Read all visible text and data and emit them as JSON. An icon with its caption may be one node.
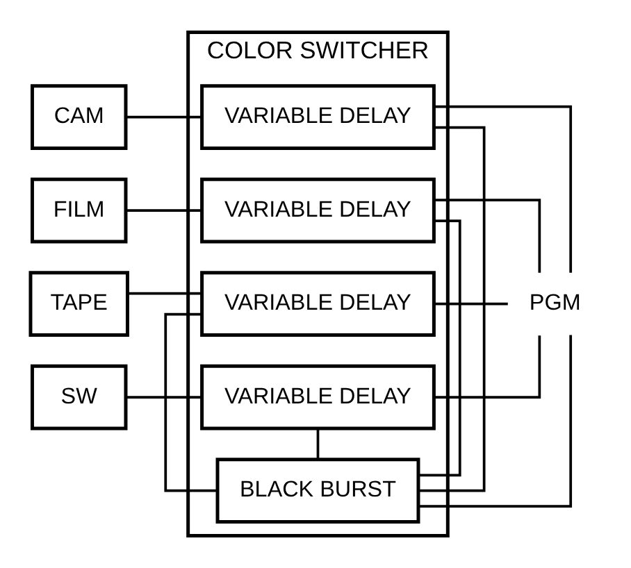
{
  "diagram": {
    "nodes": [
      {
        "text": [
          "COLOR SWITCHER"
        ]
      },
      {
        "text": [
          "PGM"
        ]
      },
      {
        "text": [
          "CAM"
        ]
      },
      {
        "text": [
          "VARIABLE DELAY"
        ],
        "in": 0
      },
      {
        "text": [
          "FILM"
        ]
      },
      {
        "text": [
          "VARIABLE DELAY"
        ],
        "in": 0
      },
      {
        "text": [
          "TAPE"
        ]
      },
      {
        "text": [
          "VARIABLE DELAY"
        ],
        "in": 0
      },
      {
        "text": [
          "SW"
        ]
      },
      {
        "text": [
          "VARIABLE DELAY"
        ],
        "in": 0
      },
      {
        "text": [
          "BLACK BURST"
        ],
        "in": 0
      }
    ],
    "edges": [
      {
        "from": 2,
        "to": 3,
        "arrow": "none"
      },
      {
        "from": 4,
        "to": 5,
        "arrow": "none"
      },
      {
        "from": 6,
        "to": 7,
        "arrow": "none"
      },
      {
        "from": 8,
        "to": 9,
        "arrow": "none"
      },
      {
        "from": 3,
        "to": 1,
        "arrow": "none"
      },
      {
        "from": 5,
        "to": 1,
        "arrow": "none"
      },
      {
        "from": 7,
        "to": 1,
        "arrow": "none"
      },
      {
        "from": 9,
        "to": 1,
        "arrow": "none"
      },
      {
        "from": 10,
        "to": 1,
        "arrow": "none"
      },
      {
        "from": 10,
        "to": 3,
        "arrow": "none"
      },
      {
        "from": 10,
        "to": 5,
        "arrow": "none"
      },
      {
        "from": 10,
        "to": 7,
        "arrow": "none"
      },
      {
        "from": 10,
        "to": 9,
        "arrow": "none"
      }
    ]
  }
}
